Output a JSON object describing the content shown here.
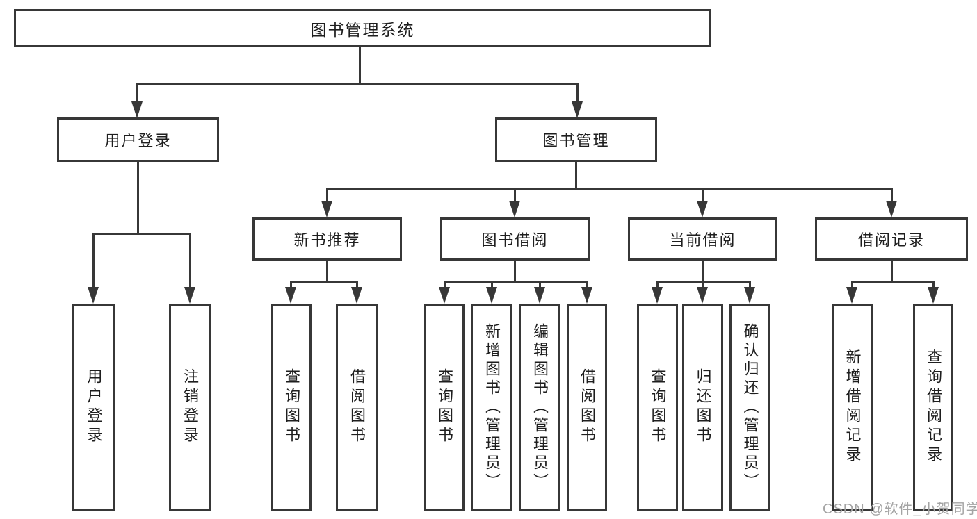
{
  "diagram": {
    "root": "图书管理系统",
    "level2": {
      "user_login": "用户登录",
      "book_mgmt": "图书管理"
    },
    "level3": {
      "new_books": "新书推荐",
      "borrowing": "图书借阅",
      "current": "当前借阅",
      "records": "借阅记录"
    },
    "leaves": {
      "user_login": "用户登录",
      "logout": "注销登录",
      "nb_query": "查询图书",
      "nb_borrow": "借阅图书",
      "bw_query": "查询图书",
      "bw_add": "新增图书（管理员）",
      "bw_edit": "编辑图书（管理员）",
      "bw_borrow": "借阅图书",
      "cb_query": "查询图书",
      "cb_return": "归还图书",
      "cb_confirm": "确认归还（管理员）",
      "rc_add": "新增借阅记录",
      "rc_query": "查询借阅记录"
    }
  },
  "watermark": "CSDN @软件_小贺同学",
  "colors": {
    "line": "#373737",
    "text": "#1e1e1e",
    "watermark": "#a4a4a4",
    "background": "#ffffff"
  }
}
